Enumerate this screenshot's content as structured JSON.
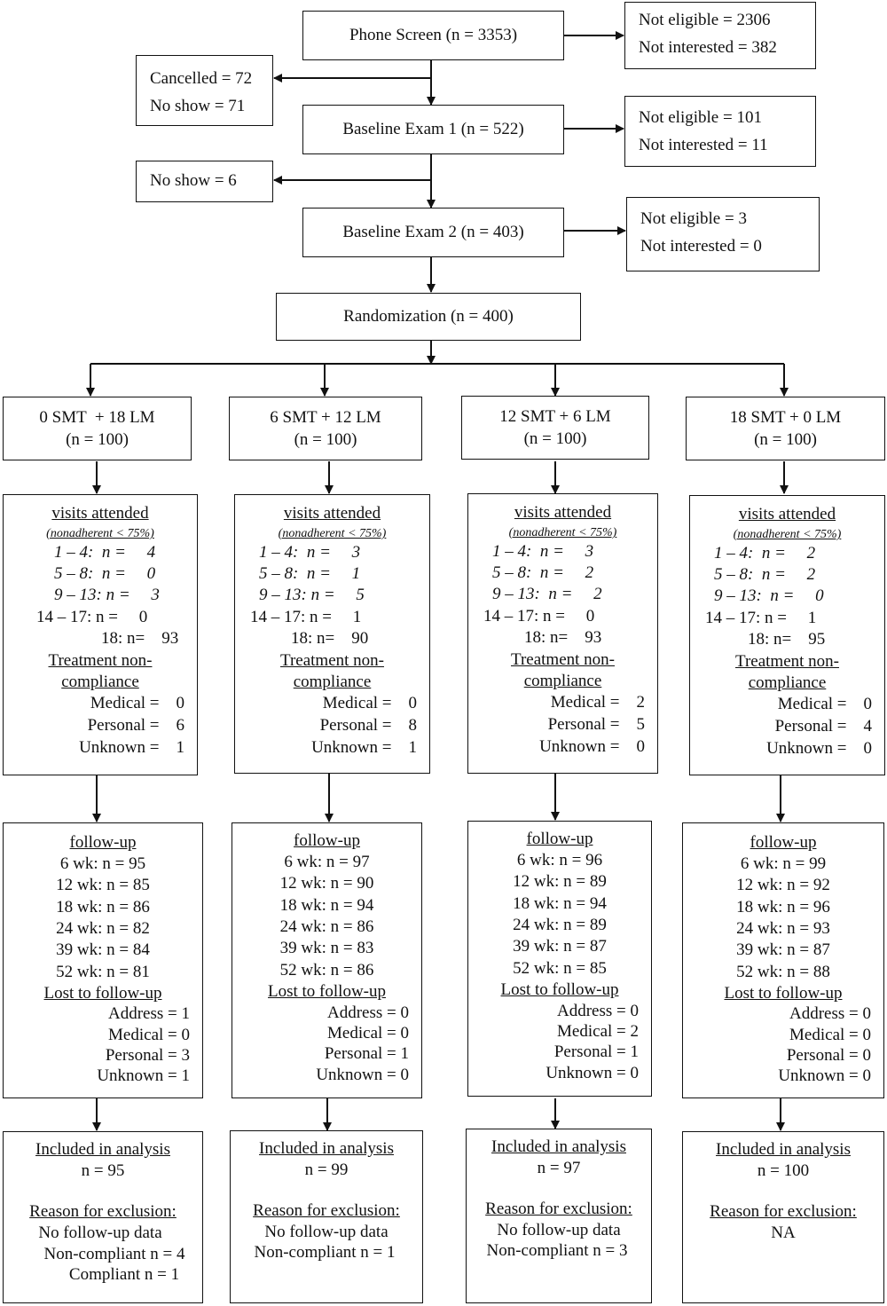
{
  "screening": {
    "phone_screen": "Phone Screen (n = 3353)",
    "phone_exclusions": [
      "Not eligible = 2306",
      "Not interested = 382"
    ],
    "cancellations": [
      "Cancelled = 72",
      "No show = 71"
    ],
    "baseline1": "Baseline Exam 1 (n = 522)",
    "baseline1_exclusions": [
      "Not eligible = 101",
      "Not interested = 11"
    ],
    "baseline1_noshow": "No show = 6",
    "baseline2": "Baseline Exam 2 (n = 403)",
    "baseline2_exclusions": [
      "Not eligible = 3",
      "Not interested = 0"
    ],
    "randomization": "Randomization (n = 400)"
  },
  "labels": {
    "visits_attended": "visits attended",
    "nonadherent": "(nonadherent < 75%)",
    "treatment_noncompliance_1": "Treatment non-",
    "treatment_noncompliance_2": "compliance",
    "follow_up": "follow-up",
    "lost_to_follow_up": "Lost to follow-up",
    "included_in_analysis": "Included in analysis",
    "reason_for_exclusion": "Reason for exclusion:"
  },
  "groups": [
    {
      "name": "0 SMT  + 18 LM",
      "n": "(n = 100)",
      "visits": {
        "r1_4": "1 – 4:  n =     4",
        "r5_8": "5 – 8:  n =     0",
        "r9_13": "9 – 13: n =     3",
        "r14_17": "14 – 17: n =     0",
        "r18": "18: n=    93"
      },
      "noncompliance": {
        "medical": "Medical =    0",
        "personal": "Personal =    6",
        "unknown": "Unknown =    1"
      },
      "followup": [
        "6 wk: n = 95",
        "12 wk: n = 85",
        "18 wk: n = 86",
        "24 wk: n = 82",
        "39 wk: n = 84",
        "52 wk: n = 81"
      ],
      "lost": [
        "Address = 1",
        "Medical = 0",
        "Personal = 3",
        "Unknown = 1"
      ],
      "included_n": "n = 95",
      "exclusion": [
        "No follow-up data",
        "Non-compliant n = 4",
        "Compliant n = 1"
      ]
    },
    {
      "name": "6 SMT + 12 LM",
      "n": "(n = 100)",
      "visits": {
        "r1_4": "1 – 4:  n =     3",
        "r5_8": "5 – 8:  n =     1",
        "r9_13": "9 – 13: n =     5",
        "r14_17": "14 – 17: n =     1",
        "r18": "18: n=    90"
      },
      "noncompliance": {
        "medical": "Medical =    0",
        "personal": "Personal =    8",
        "unknown": "Unknown =    1"
      },
      "followup": [
        "6 wk: n = 97",
        "12 wk: n = 90",
        "18 wk: n = 94",
        "24 wk: n = 86",
        "39 wk: n = 83",
        "52 wk: n = 86"
      ],
      "lost": [
        "Address = 0",
        "Medical = 0",
        "Personal = 1",
        "Unknown = 0"
      ],
      "included_n": "n = 99",
      "exclusion": [
        "No follow-up data",
        "Non-compliant n = 1"
      ]
    },
    {
      "name": "12 SMT + 6 LM",
      "n": "(n = 100)",
      "visits": {
        "r1_4": "1 – 4:  n =     3",
        "r5_8": "5 – 8:  n =     2",
        "r9_13": "9 – 13:  n =     2",
        "r14_17": "14 – 17: n =     0",
        "r18": "18: n=    93"
      },
      "noncompliance": {
        "medical": "Medical =    2",
        "personal": "Personal =    5",
        "unknown": "Unknown =    0"
      },
      "followup": [
        "6 wk: n = 96",
        "12 wk: n = 89",
        "18 wk: n = 94",
        "24 wk: n = 89",
        "39 wk: n = 87",
        "52 wk: n = 85"
      ],
      "lost": [
        "Address = 0",
        "Medical = 2",
        "Personal = 1",
        "Unknown = 0"
      ],
      "included_n": "n = 97",
      "exclusion": [
        "No follow-up data",
        "Non-compliant n = 3"
      ]
    },
    {
      "name": "18 SMT + 0 LM",
      "n": "(n = 100)",
      "visits": {
        "r1_4": "1 – 4:  n =     2",
        "r5_8": "5 – 8:  n =     2",
        "r9_13": "9 – 13:  n =     0",
        "r14_17": "14 – 17: n =     1",
        "r18": "18: n=    95"
      },
      "noncompliance": {
        "medical": "Medical =    0",
        "personal": "Personal =    4",
        "unknown": "Unknown =    0"
      },
      "followup": [
        "6 wk: n = 99",
        "12 wk: n = 92",
        "18 wk: n = 96",
        "24 wk: n = 93",
        "39 wk: n = 87",
        "52 wk: n = 88"
      ],
      "lost": [
        "Address = 0",
        "Medical = 0",
        "Personal = 0",
        "Unknown = 0"
      ],
      "included_n": "n = 100",
      "exclusion": [
        "NA"
      ]
    }
  ]
}
